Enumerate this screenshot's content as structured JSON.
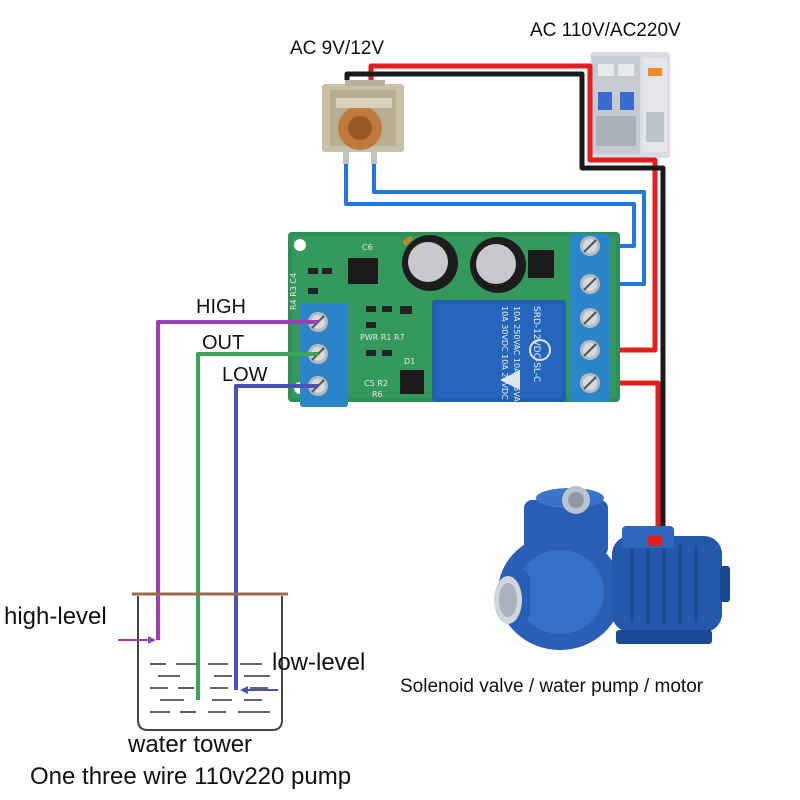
{
  "labels": {
    "ac_low": "AC  9V/12V",
    "ac_high": "AC  110V/AC220V",
    "high": "HIGH",
    "out": "OUT",
    "low": "LOW",
    "high_level": "high-level",
    "low_level": "low-level",
    "load": "Solenoid valve / water pump / motor",
    "tower": "water tower",
    "caption": "One three wire 110v220 pump"
  },
  "relay": {
    "model": "SRD-12VDC-SL-C",
    "rating1": "10A 250VAC  10A 125VAC",
    "rating2": "10A 30VDC  10A 28VDC"
  },
  "board": {
    "silk_c6": "C6",
    "silk_r1": "R4  R3  C4",
    "silk_pwr": "PWR R1 R7",
    "silk_d1": "D1",
    "silk_c5": "C5 R2",
    "silk_r6": "R6"
  },
  "colors": {
    "board": "#2f8f55",
    "terminal": "#2a86c8",
    "relay": "#1f5fb0",
    "wire_red": "#e41d1d",
    "wire_black": "#1a1a1a",
    "wire_blue": "#1e78e0",
    "wire_purple": "#9b3fb5",
    "wire_green": "#3aa655",
    "wire_indigo": "#4b4fb8",
    "pump": "#2a5fb8"
  }
}
